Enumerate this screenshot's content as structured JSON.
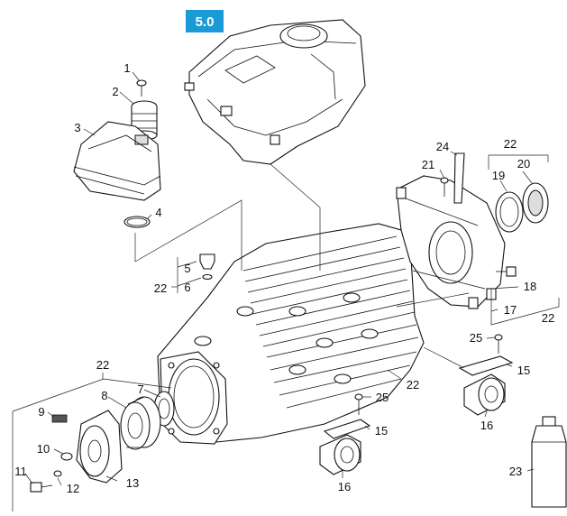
{
  "section_badge": "5.0",
  "labels": {
    "l1": "1",
    "l2": "2",
    "l3": "3",
    "l4": "4",
    "l5": "5",
    "l6": "6",
    "l7": "7",
    "l8": "8",
    "l9": "9",
    "l10": "10",
    "l11": "11",
    "l12": "12",
    "l13": "13",
    "l15a": "15",
    "l15b": "15",
    "l16a": "16",
    "l16b": "16",
    "l17": "17",
    "l18": "18",
    "l19": "19",
    "l20": "20",
    "l21": "21",
    "l22a": "22",
    "l22b": "22",
    "l22c": "22",
    "l22d": "22",
    "l22e": "22",
    "l23": "23",
    "l24": "24",
    "l25a": "25",
    "l25b": "25"
  },
  "colors": {
    "badge": "#1a9ad6",
    "line": "#222222"
  }
}
